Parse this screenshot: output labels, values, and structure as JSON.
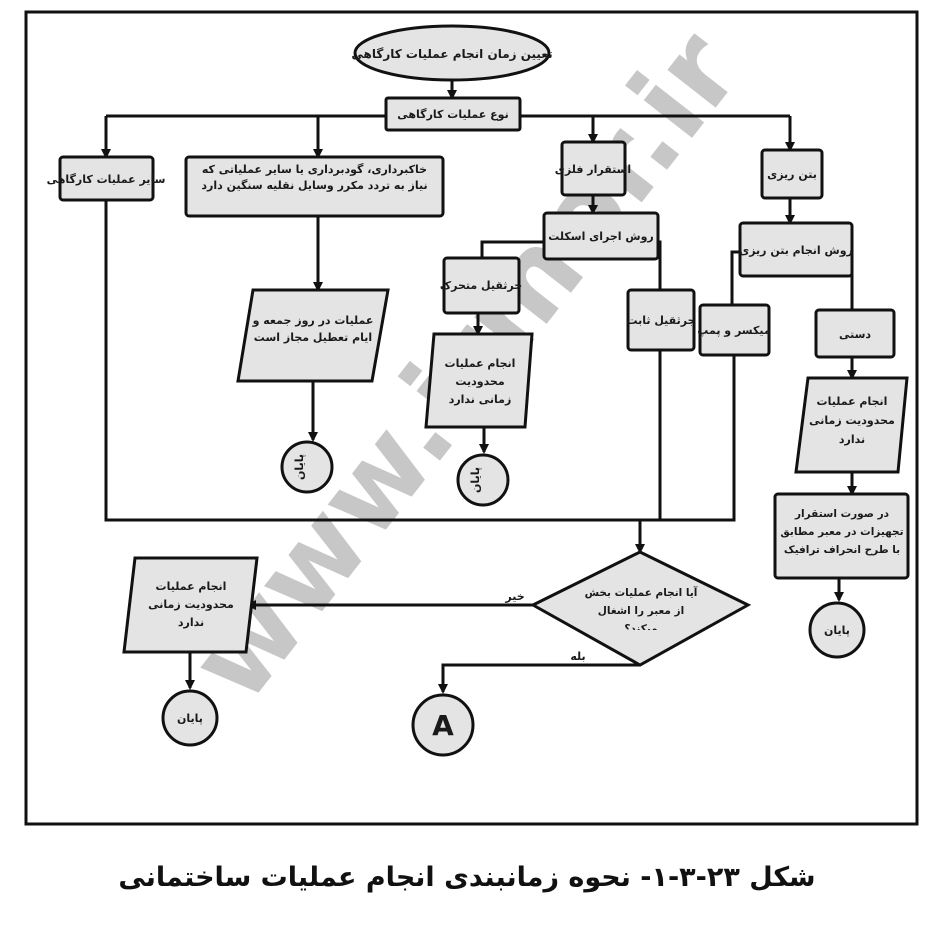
{
  "diagram": {
    "nodes": {
      "start": "تعیین زمان انجام عملیات کارگاهی",
      "op_type": "نوع عملیات کارگاهی",
      "other_ops": "سایر عملیات کارگاهی",
      "excavation": "خاکبرداری، گودبرداری یا سایر عملیاتی که نیاز به تردد مکرر وسایل نقلیه سنگین دارد",
      "erect": "استقرار فلزی",
      "concrete": "بتن ریزی",
      "erect_method": "روش اجرای اسکلت",
      "concrete_method": "روش انجام بتن ریزی",
      "mobile_crane": "جرثقیل متحرک",
      "fixed_crane": "جرثقیل ثابت",
      "mixer": "میکسر و پمپ",
      "manual": "دستی",
      "holiday_ops": "عملیات در روز جمعه و ایام تعطیل مجاز است",
      "no_limit_1": "انجام عملیات محدودیت زمانی ندارد",
      "no_limit_2": "انجام عملیات محدودیت زمانی ندارد",
      "traffic_signs": "در صورت استقرار تجهیزات در معبر مطابق با طرح انحراف ترافیک",
      "decision": "آیا انجام عملیات بخش از معبر را اشغال میکند؟",
      "no_limit_3": "انجام عملیات محدودیت زمانی ندارد",
      "end_1": "پایان",
      "end_2": "پایان",
      "end_3": "پایان",
      "end_4": "پایان",
      "connector_a": "A"
    },
    "edge_labels": {
      "no": "خیر",
      "yes": "بله"
    }
  },
  "watermark": "www.irmor.ir",
  "caption": "شکل ۲۳-۳-۱- نحوه زمانبندی انجام عملیات ساختمانی"
}
